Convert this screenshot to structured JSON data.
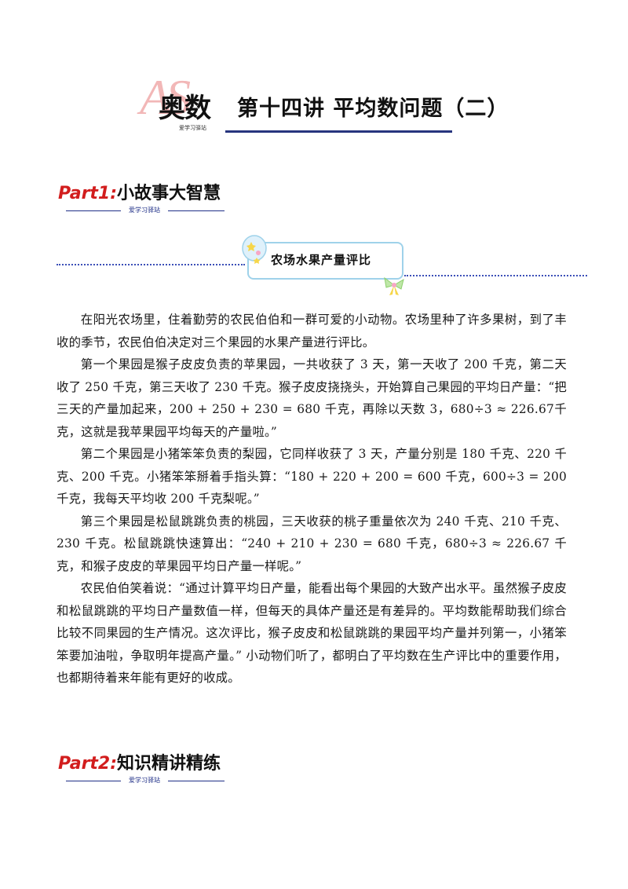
{
  "header": {
    "logo_letters": "AS",
    "logo_text": "奥数",
    "logo_sub": "爱学习驿站",
    "title": "第十四讲  平均数问题（二）"
  },
  "part1": {
    "label": "Part1:",
    "title": "小故事大智慧",
    "sub": "爱学习驿站"
  },
  "story": {
    "banner_title": "农场水果产量评比",
    "paragraphs": [
      [
        "在阳光农场里，住着勤劳的农民伯伯和一群可爱的小动物。农场里种了许多果树，到了丰",
        "收的季节，农民伯伯决定对三个果园的水果产量进行评比。"
      ],
      [
        "第一个果园是猴子皮皮负责的苹果园，一共收获了 3 天，第一天收了 200 千克，第二天",
        "收了 250 千克，第三天收了 230 千克。猴子皮皮挠挠头，开始算自己果园的平均日产量：",
        "“把三天的产量加起来，200 + 250 + 230 = 680 千克，再除以天数 3，680÷3 ≈ 226.67",
        "千克，这就是我苹果园平均每天的产量啦。”"
      ],
      [
        "第二个果园是小猪笨笨负责的梨园，它同样收获了 3 天，产量分别是 180 千克、220 千",
        "克、200 千克。小猪笨笨掰着手指头算：“180 + 220 + 200 = 600 千克，600÷3 = 200 千",
        "克，我每天平均收 200 千克梨呢。”"
      ],
      [
        "第三个果园是松鼠跳跳负责的桃园，三天收获的桃子重量依次为 240 千克、210 千克、",
        "230 千克。松鼠跳跳快速算出：“240 + 210 + 230 = 680 千克，680÷3 ≈ 226.67 千克，",
        "和猴子皮皮的苹果园平均日产量一样呢。”"
      ],
      [
        "农民伯伯笑着说：“通过计算平均日产量，能看出每个果园的大致产出水平。虽然猴子皮",
        "皮和松鼠跳跳的平均日产量数值一样，但每天的具体产量还是有差异的。平均数能帮助我们",
        "综合比较不同果园的生产情况。这次评比，猴子皮皮和松鼠跳跳的果园平均产量并列第一，",
        "小猪笨笨要加油啦，争取明年提高产量。” 小动物们听了，都明白了平均数在生产评比中的",
        "重要作用，也都期待着来年能有更好的收成。"
      ]
    ]
  },
  "part2": {
    "label": "Part2:",
    "title": "知识精讲精练",
    "sub": "爱学习驿站"
  }
}
